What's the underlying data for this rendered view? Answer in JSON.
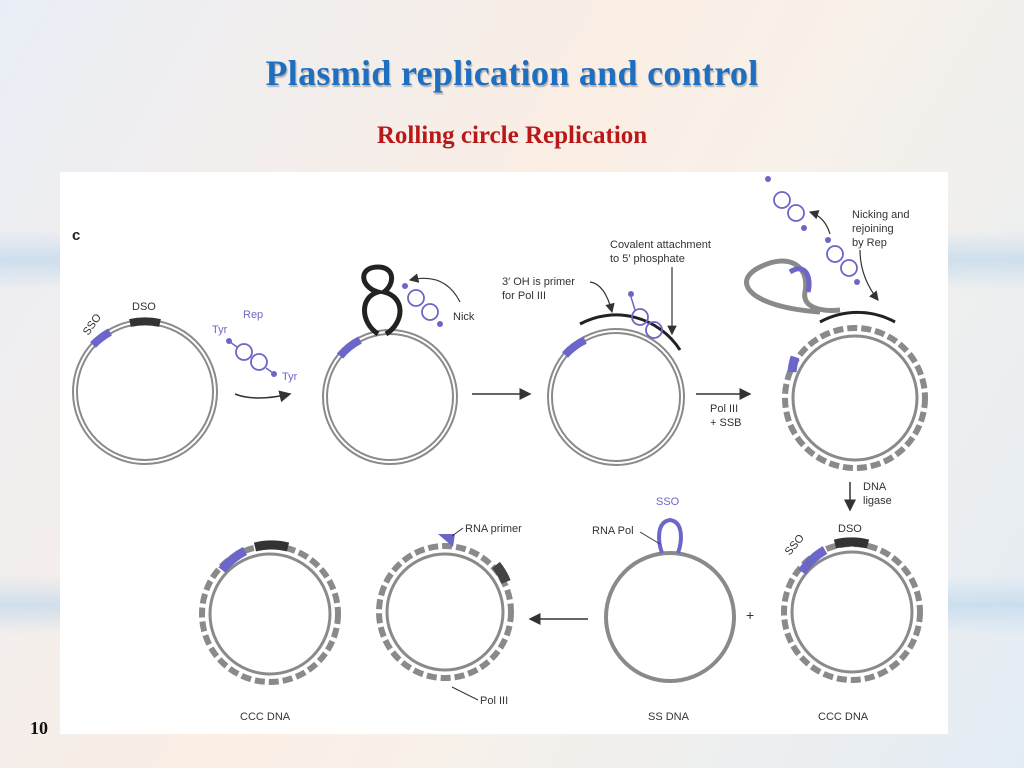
{
  "slide": {
    "title": "Plasmid replication and control",
    "subtitle": "Rolling circle Replication",
    "number": "10"
  },
  "figure": {
    "panel_letter": "c",
    "labels": {
      "sso": "SSO",
      "dso": "DSO",
      "rep": "Rep",
      "tyr": "Tyr",
      "nick": "Nick",
      "primer_line1": "3′ OH is primer",
      "primer_line2": "for Pol III",
      "covalent_line1": "Covalent attachment",
      "covalent_line2": "to 5′ phosphate",
      "nicking_line1": "Nicking and",
      "nicking_line2": "rejoining",
      "nicking_line3": "by Rep",
      "pol3": "Pol III",
      "ssb": "+ SSB",
      "dna": "DNA",
      "ligase": "ligase",
      "rna_primer": "RNA primer",
      "rna_pol": "RNA Pol",
      "plus": "+",
      "ccc_dna": "CCC DNA",
      "ss_dna": "SS DNA"
    },
    "colors": {
      "strand": "#8a8a8a",
      "purple": "#6b66c8",
      "dark": "#222222"
    }
  }
}
